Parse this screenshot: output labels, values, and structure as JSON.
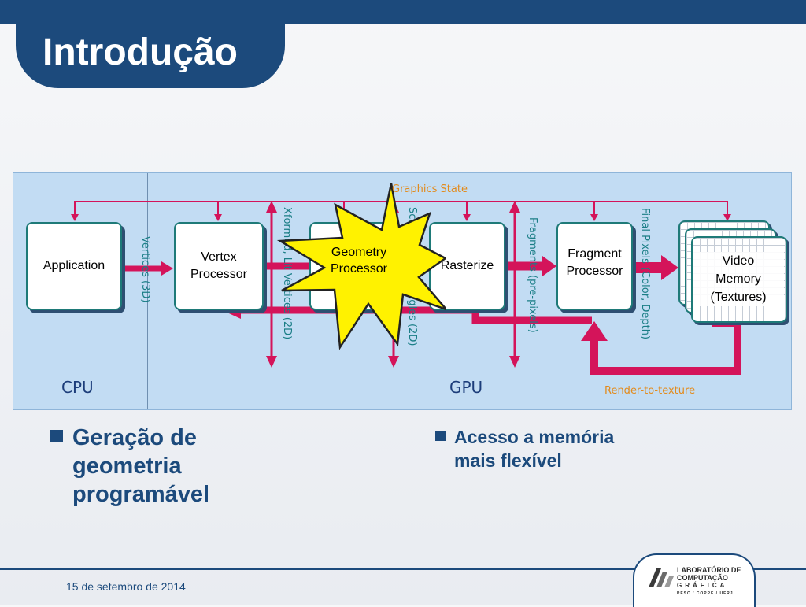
{
  "slide": {
    "title": "Introdução",
    "footer_date": "15 de setembro de 2014"
  },
  "diagram": {
    "graphics_state": "Graphics State",
    "cpu_label": "CPU",
    "gpu_label": "GPU",
    "render_to_texture": "Render-to-texture",
    "boxes": {
      "application": "Application",
      "vertex_line1": "Vertex",
      "vertex_line2": "Processor",
      "geometry_line1": "Geometry",
      "geometry_line2": "Processor",
      "rasterize": "Rasterize",
      "fragment_line1": "Fragment",
      "fragment_line2": "Processor",
      "video_line1": "Video",
      "video_line2": "Memory",
      "video_line3": "(Textures)"
    },
    "flow_labels": {
      "vertices_3d": "Vertices (3D)",
      "xformed_vertices": "Xformed, Lit Vertices (2D)",
      "screenspace_triangles": "Screenspace triangles (2D)",
      "fragments": "Fragments (pre-pixels)",
      "final_pixels": "Final Pixels (Color, Depth)"
    },
    "colors": {
      "arrow": "#d4145a",
      "box_border": "#1e7a78",
      "background": "#c2dcf3",
      "burst_fill": "#fff200",
      "label_teal": "#1a7e86",
      "state_orange": "#e38b1c"
    }
  },
  "bullets": {
    "left": [
      "Geração de",
      "geometria",
      "programável"
    ],
    "right": [
      "Acesso a memória",
      "mais flexível"
    ]
  },
  "logo": {
    "line1": "LABORATÓRIO DE",
    "line2": "COMPUTAÇÃO",
    "line3": "GRÁFICA",
    "line4": "PESC / COPPE / UFRJ"
  }
}
